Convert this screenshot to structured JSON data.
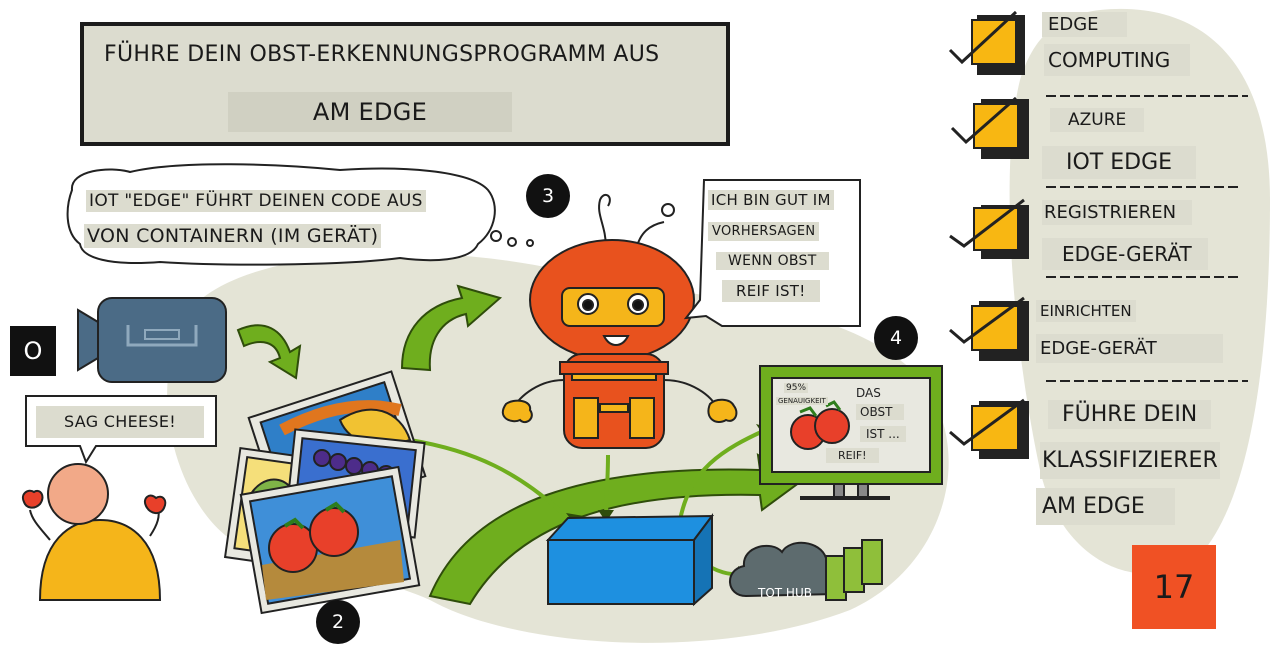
{
  "title": {
    "line1": "FÜHRE DEIN OBST-ERKENNUNGSPROGRAMM AUS",
    "line2": "AM EDGE"
  },
  "thought_bubble": {
    "line1": "IOT \"EDGE\" FÜHRT DEINEN CODE AUS",
    "line2": "VON CONTAINERN (IM GERÄT)"
  },
  "robot_speech": {
    "line1": "ICH BIN GUT IM",
    "line2": "VORHERSAGEN",
    "line3": "WENN OBST",
    "line4": "REIF IST!"
  },
  "camera_badge": "O",
  "person_speech": "SAG CHEESE!",
  "badges": {
    "b2": "2",
    "b3": "3",
    "b4": "4"
  },
  "monitor": {
    "confidence": "95%",
    "confidence_label": "GENAUIGKEIT",
    "line1": "DAS",
    "line2": "OBST",
    "line3": "IST ...",
    "line4": "REIF!"
  },
  "cloud_label": "TOT HUB",
  "sidebar": {
    "steps": [
      {
        "line1": "EDGE",
        "line2": "COMPUTING"
      },
      {
        "line1": "AZURE",
        "line2": "IOT EDGE"
      },
      {
        "line1": "REGISTRIEREN",
        "line2": "EDGE-GERÄT"
      },
      {
        "line1": "EINRICHTEN",
        "line2": "EDGE-GERÄT"
      },
      {
        "line1": "FÜHRE DEIN",
        "line2": "KLASSIFIZIERER",
        "line3": "AM EDGE"
      }
    ],
    "lesson_number": "17"
  },
  "colors": {
    "label_bg": "#dcdccf",
    "blob": "#e4e4d6",
    "robot_orange": "#e8521e",
    "robot_yellow": "#f5b51a",
    "arrow_green": "#6fae1e",
    "box_blue": "#1e90e0",
    "checkbox_yellow": "#f8b712",
    "lesson_orange": "#f05124",
    "camera": "#4b6b86"
  }
}
